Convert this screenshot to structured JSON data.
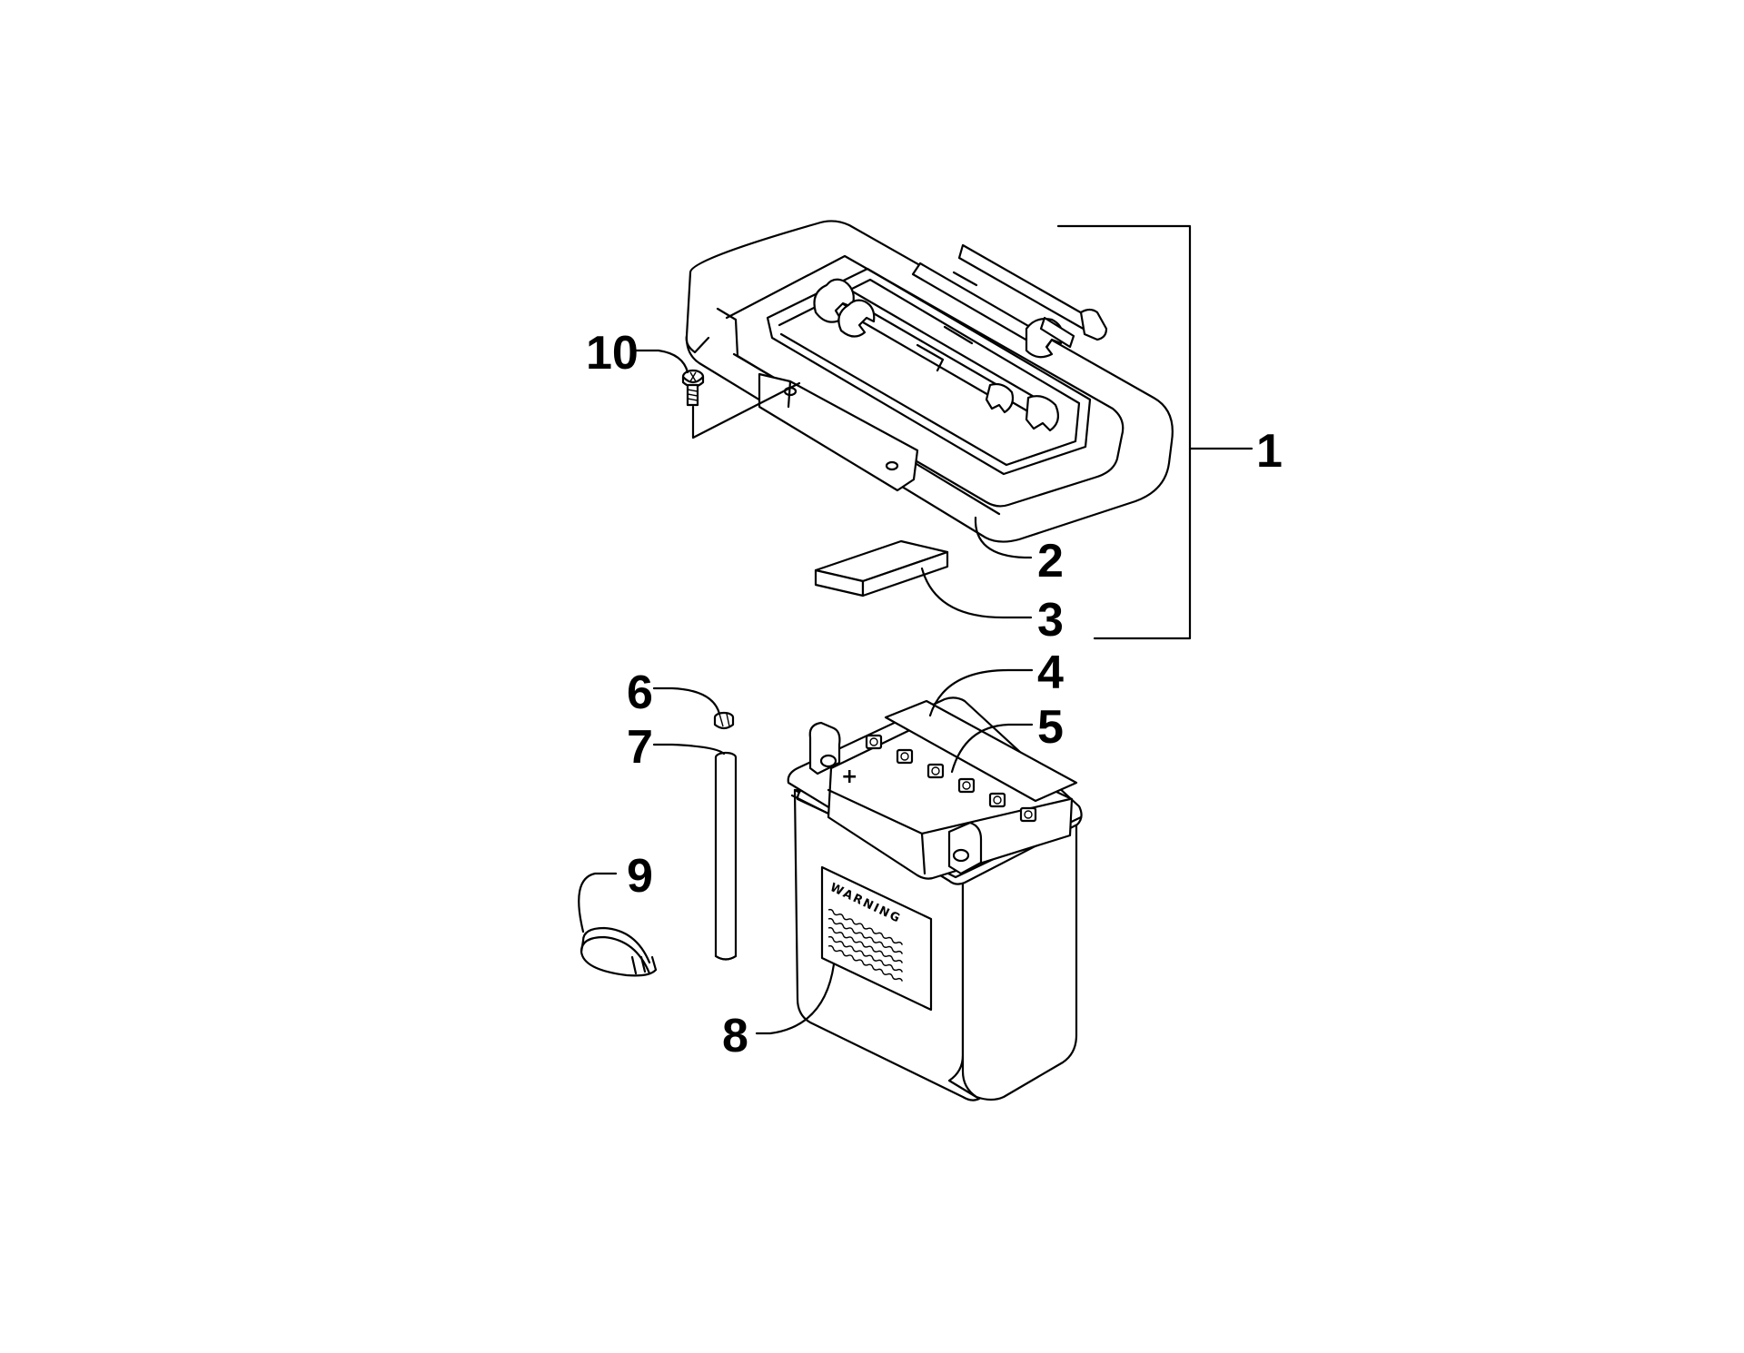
{
  "callouts": {
    "c1": "1",
    "c2": "2",
    "c3": "3",
    "c4": "4",
    "c5": "5",
    "c6": "6",
    "c7": "7",
    "c8": "8",
    "c9": "9",
    "c10": "10"
  },
  "battery": {
    "label_heading": "WARNING",
    "terminal_sign": "+"
  },
  "colors": {
    "ink": "#000000",
    "background": "#ffffff"
  }
}
